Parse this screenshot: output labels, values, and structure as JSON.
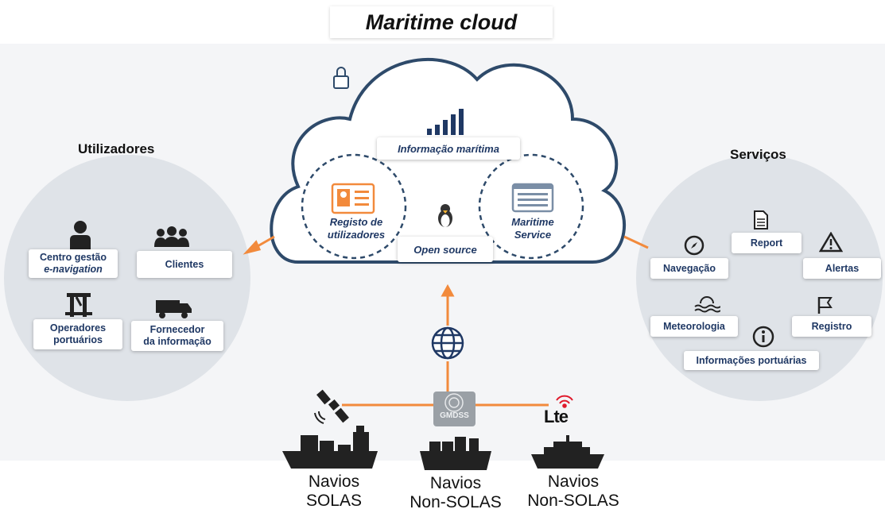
{
  "title": "Maritime cloud",
  "utilizadores": {
    "heading": "Utilizadores",
    "items": [
      {
        "line1": "Centro gestão",
        "line2": "e-navigation"
      },
      {
        "line1": "Clientes"
      },
      {
        "line1": "Operadores",
        "line2": "portuários"
      },
      {
        "line1": "Fornecedor",
        "line2": "da informação"
      }
    ]
  },
  "cloud": {
    "info": "Informação marítima",
    "registo_line1": "Registo de",
    "registo_line2": "utilizadores",
    "open_source": "Open source",
    "maritime_line1": "Maritime",
    "maritime_line2": "Service"
  },
  "servicos": {
    "heading": "Serviços",
    "items": [
      "Report",
      "Navegação",
      "Alertas",
      "Meteorologia",
      "Registro",
      "Informações portuárias"
    ]
  },
  "communications": {
    "gmdss": "GMDSS",
    "lte": "Lte"
  },
  "ships": [
    {
      "line1": "Navios",
      "line2": "SOLAS"
    },
    {
      "line1": "Navios",
      "line2": "Non-SOLAS"
    },
    {
      "line1": "Navios",
      "line2": "Non-SOLAS"
    }
  ],
  "colors": {
    "navy": "#1f3864",
    "orange": "#f28a3c",
    "cloud_border": "#2e4a6a",
    "grey_circle": "#dfe3e8",
    "lte_red": "#e0192b"
  }
}
